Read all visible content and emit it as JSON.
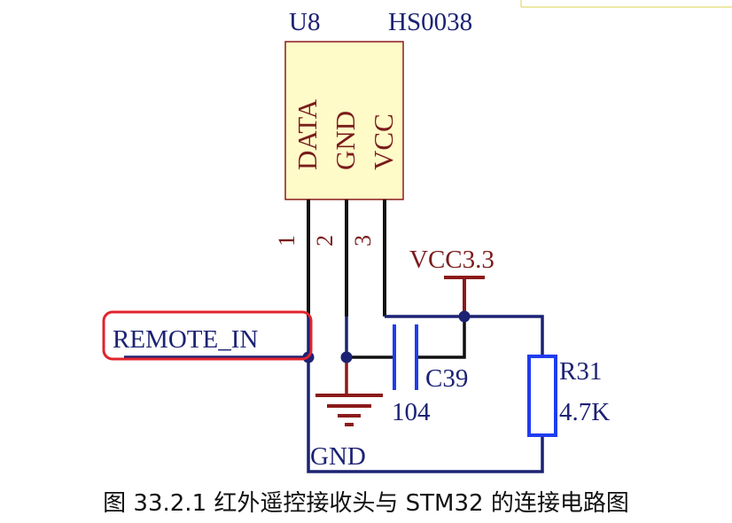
{
  "colors": {
    "wire_net": "#1c2273",
    "wire_pin": "#111111",
    "power": "#8b1a1a",
    "passive": "#1f3cf0",
    "component_fill": "#fffbc8",
    "component_stroke": "#8b1a1a",
    "label_blue": "#1c2273",
    "label_red": "#7a1c1c",
    "highlight": "#e0242c"
  },
  "u8": {
    "designator": "U8",
    "part": "HS0038",
    "pins": [
      {
        "name": "DATA",
        "number": "1"
      },
      {
        "name": "GND",
        "number": "2"
      },
      {
        "name": "VCC",
        "number": "3"
      }
    ]
  },
  "power": {
    "vcc_label": "VCC3.3",
    "gnd_label": "GND"
  },
  "c39": {
    "designator": "C39",
    "value": "104"
  },
  "r31": {
    "designator": "R31",
    "value": "4.7K"
  },
  "net": {
    "remote_label": "REMOTE_IN"
  },
  "caption": "图 33.2.1 红外遥控接收头与 STM32 的连接电路图"
}
